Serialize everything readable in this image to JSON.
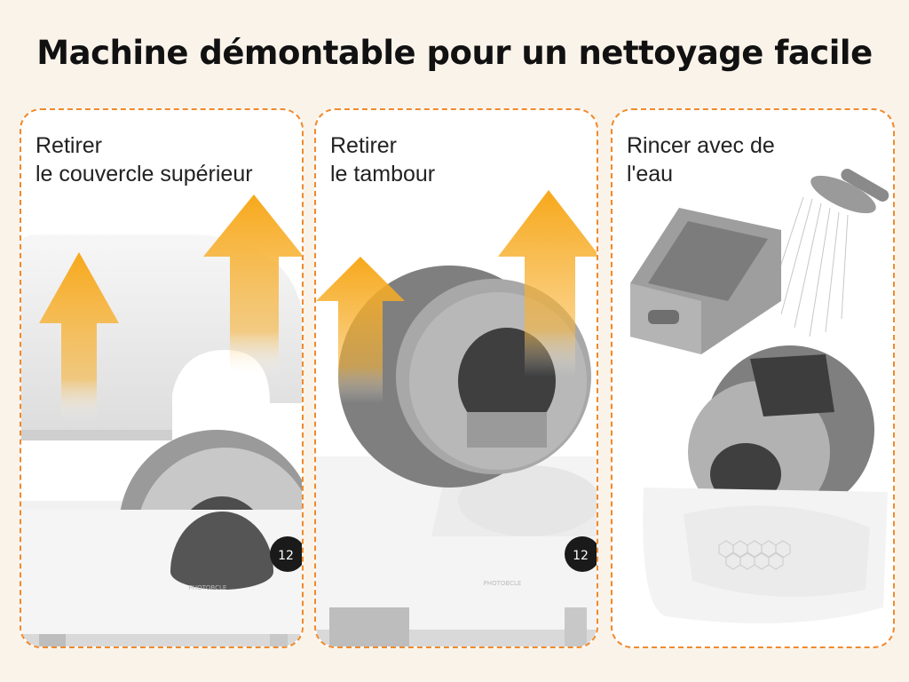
{
  "title": "Machine démontable pour un nettoyage facile",
  "steps": [
    {
      "line1": "Retirer",
      "line2": "le couvercle supérieur"
    },
    {
      "line1": "Retirer",
      "line2": "le tambour"
    },
    {
      "line1": "Rincer avec de",
      "line2": "l'eau"
    }
  ],
  "device": {
    "display_value": "12",
    "brand_text": "PHOTOBCLE"
  },
  "colors": {
    "accent_border": "#f08a2c",
    "arrow": "#f7a81b",
    "drum_gray": "#8c8c8c",
    "body_white": "#f3f3f3"
  }
}
